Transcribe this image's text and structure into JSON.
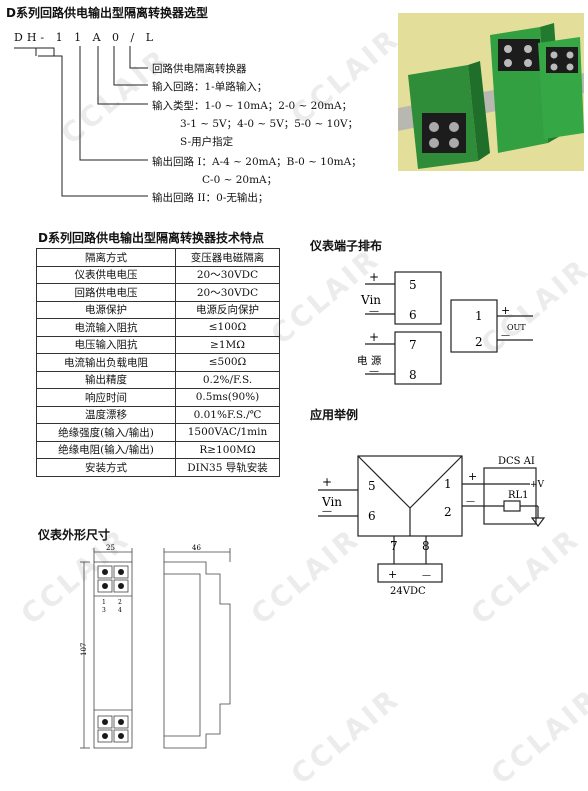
{
  "selection": {
    "title": "D系列回路供电输出型隔离转换器选型",
    "model_code": "DH- 1 1 A 0 / L",
    "lines": [
      "回路供电隔离转换器",
      "输入回路：1-单路输入；",
      "输入类型：1-0 ~ 10mA；2-0 ~ 20mA；",
      "3-1 ~ 5V；4-0 ~ 5V；5-0 ~ 10V；",
      "S-用户指定",
      "输出回路 I：A-4 ~ 20mA；B-0 ~ 10mA；",
      "C-0 ~ 20mA；",
      "输出回路 II：0-无输出；"
    ]
  },
  "specs": {
    "title": "D系列回路供电输出型隔离转换器技术特点",
    "rows": [
      [
        "隔离方式",
        "变压器电磁隔离"
      ],
      [
        "仪表供电电压",
        "20～30VDC"
      ],
      [
        "回路供电电压",
        "20～30VDC"
      ],
      [
        "电源保护",
        "电源反向保护"
      ],
      [
        "电流输入阻抗",
        "≤100Ω"
      ],
      [
        "电压输入阻抗",
        "≥1MΩ"
      ],
      [
        "电流输出负载电阻",
        "≤500Ω"
      ],
      [
        "输出精度",
        "0.2%/F.S."
      ],
      [
        "响应时间",
        "0.5ms(90%)"
      ],
      [
        "温度漂移",
        "0.01%F.S./℃"
      ],
      [
        "绝缘强度(输入/输出)",
        "1500VAC/1min"
      ],
      [
        "绝缘电阻(输入/输出)",
        "R≥100MΩ"
      ],
      [
        "安装方式",
        "DIN35 导轨安装"
      ]
    ]
  },
  "terminal": {
    "title": "仪表端子排布",
    "vin": "Vin",
    "power": "电 源",
    "out": "OUT",
    "plus": "+",
    "minus": "—",
    "t1": "1",
    "t2": "2",
    "t5": "5",
    "t6": "6",
    "t7": "7",
    "t8": "8"
  },
  "application": {
    "title": "应用举例",
    "vin": "Vin",
    "dcs": "DCS AI",
    "plus_v": "+V",
    "rl": "RL1",
    "supply": "24VDC",
    "plus": "+",
    "minus": "—",
    "t1": "1",
    "t2": "2",
    "t5": "5",
    "t6": "6",
    "t7": "7",
    "t8": "8"
  },
  "dimensions": {
    "title": "仪表外形尺寸",
    "width": "25",
    "depth": "46",
    "height": "107",
    "n1": "1",
    "n2": "2",
    "n3": "3",
    "n4": "4"
  },
  "watermark": "CCLAIR"
}
